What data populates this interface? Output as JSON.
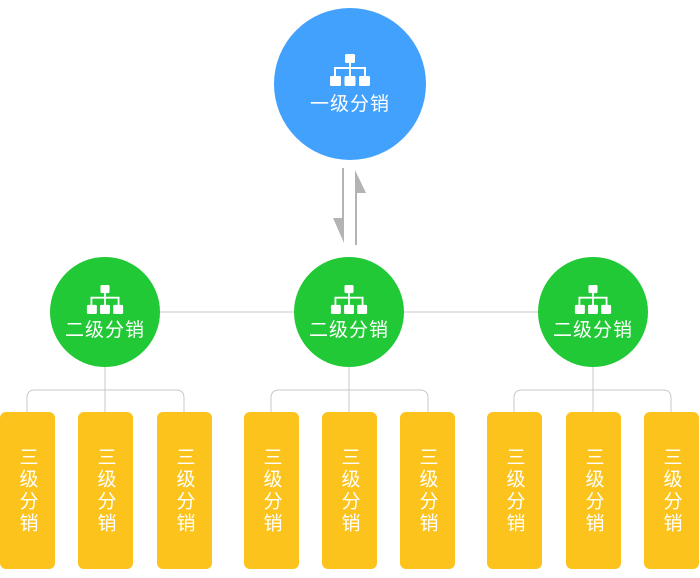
{
  "colors": {
    "level1": "#42a1fc",
    "level2": "#20c935",
    "level3": "#fcc31c",
    "connector": "#c9c9c9",
    "arrow": "#b3b3b3"
  },
  "icon": "hierarchy-icon",
  "level1": {
    "label": "一级分销"
  },
  "level2": [
    {
      "label": "二级分销"
    },
    {
      "label": "二级分销"
    },
    {
      "label": "二级分销"
    }
  ],
  "level3": [
    {
      "label": "三级分销"
    },
    {
      "label": "三级分销"
    },
    {
      "label": "三级分销"
    },
    {
      "label": "三级分销"
    },
    {
      "label": "三级分销"
    },
    {
      "label": "三级分销"
    },
    {
      "label": "三级分销"
    },
    {
      "label": "三级分销"
    },
    {
      "label": "三级分销"
    }
  ]
}
